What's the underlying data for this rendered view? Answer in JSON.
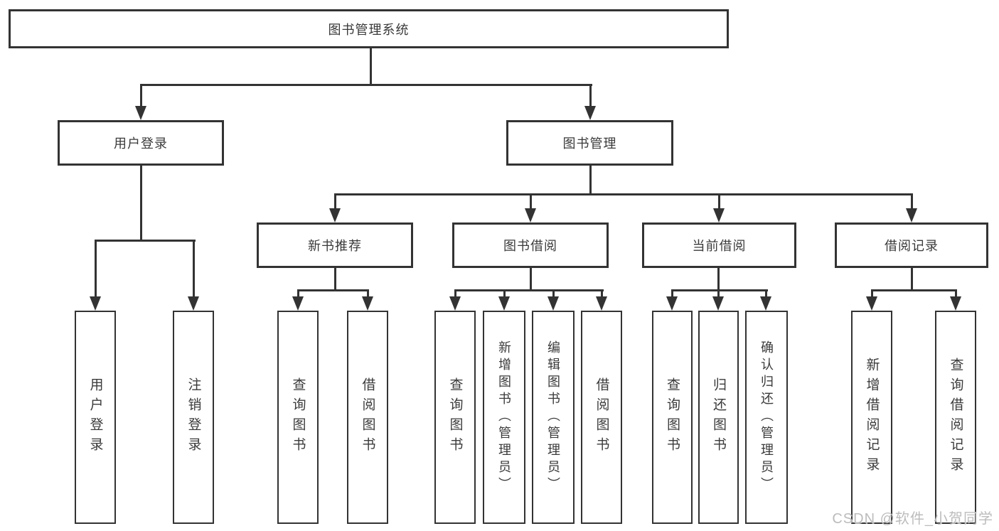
{
  "diagram": {
    "root": {
      "label": "图书管理系统"
    },
    "level2": [
      {
        "label": "用户登录",
        "children": [
          {
            "label": "用户登录"
          },
          {
            "label": "注销登录"
          }
        ]
      },
      {
        "label": "图书管理",
        "children": [
          {
            "label": "新书推荐",
            "children": [
              {
                "label": "查询图书"
              },
              {
                "label": "借阅图书"
              }
            ]
          },
          {
            "label": "图书借阅",
            "children": [
              {
                "label": "查询图书"
              },
              {
                "label": "新增图书（管理员）"
              },
              {
                "label": "编辑图书（管理员）"
              },
              {
                "label": "借阅图书"
              }
            ]
          },
          {
            "label": "当前借阅",
            "children": [
              {
                "label": "查询图书"
              },
              {
                "label": "归还图书"
              },
              {
                "label": "确认归还（管理员）"
              }
            ]
          },
          {
            "label": "借阅记录",
            "children": [
              {
                "label": "新增借阅记录"
              },
              {
                "label": "查询借阅记录"
              }
            ]
          }
        ]
      }
    ]
  },
  "watermark": {
    "text": "CSDN @软件_小贺同学"
  },
  "colors": {
    "line": "#333333",
    "text": "#3a3a3a",
    "canvas": "#ffffff",
    "watermark": "#bcbcbc"
  }
}
